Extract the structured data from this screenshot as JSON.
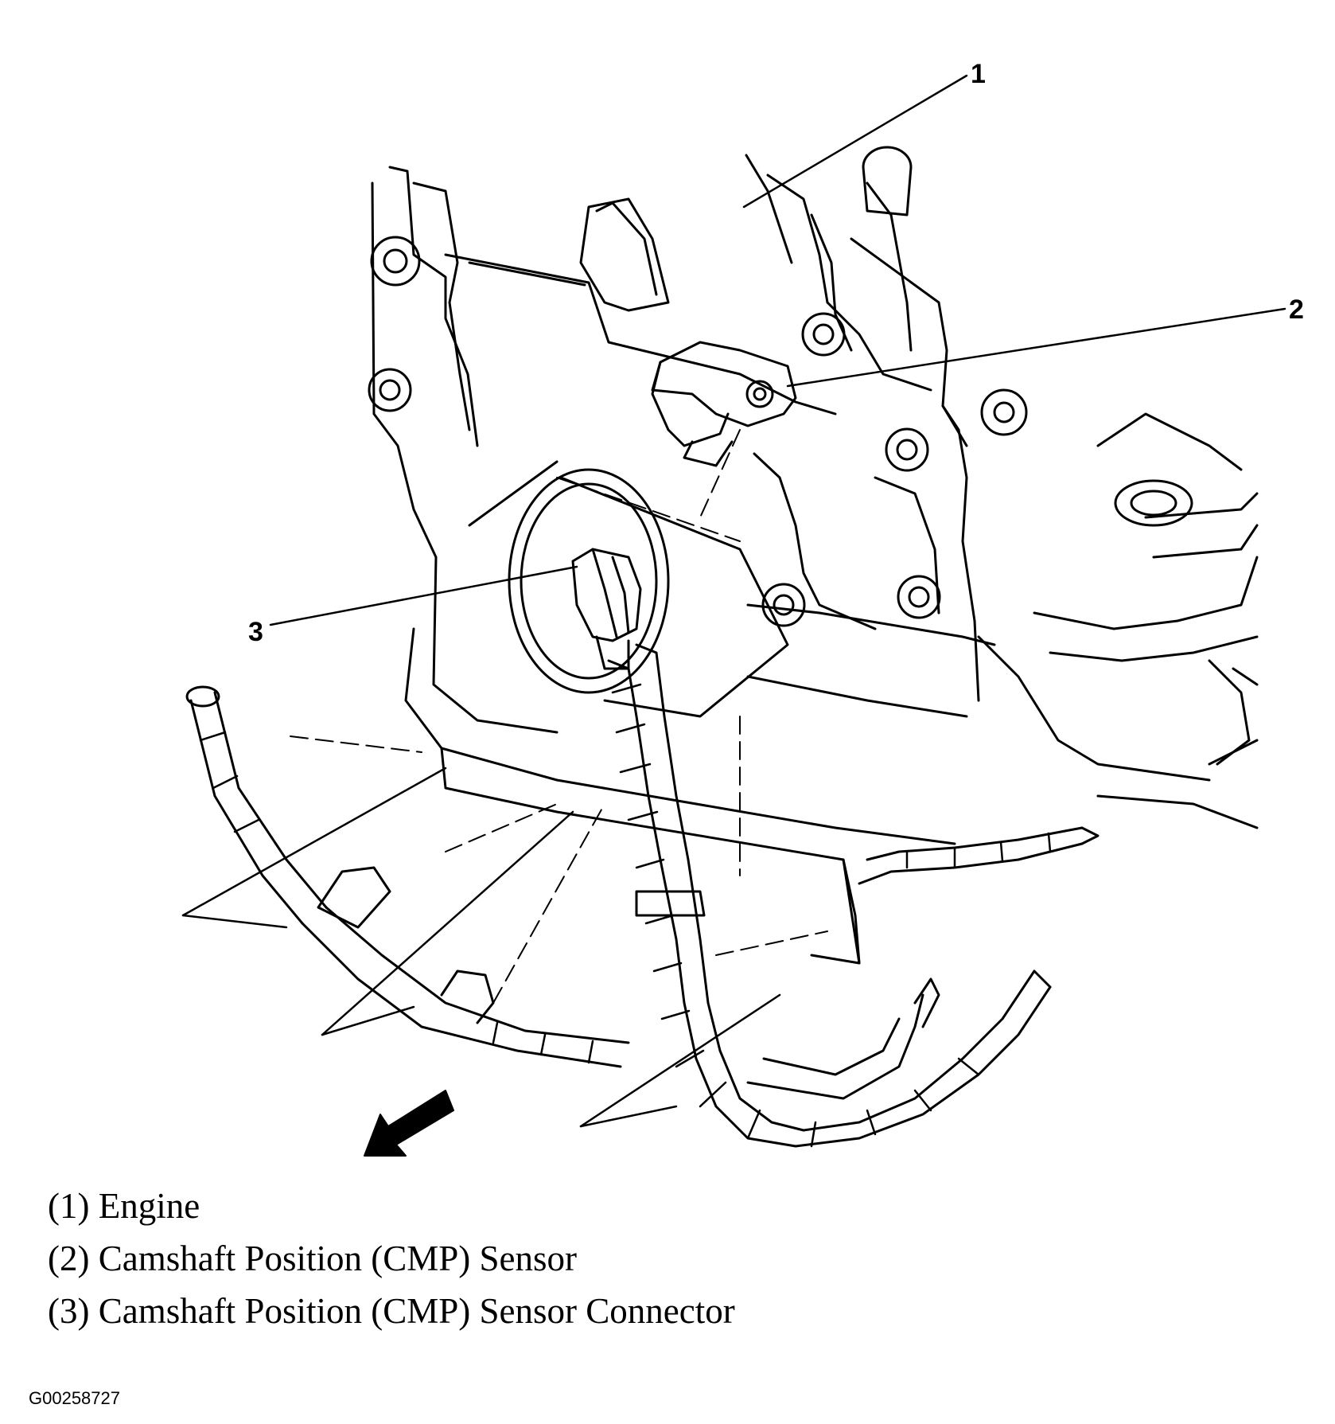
{
  "callouts": [
    "1",
    "2",
    "3"
  ],
  "legend": [
    "(1) Engine",
    "(2) Camshaft Position (CMP) Sensor",
    "(3) Camshaft Position (CMP) Sensor Connector"
  ],
  "figure_id": "G00258727"
}
